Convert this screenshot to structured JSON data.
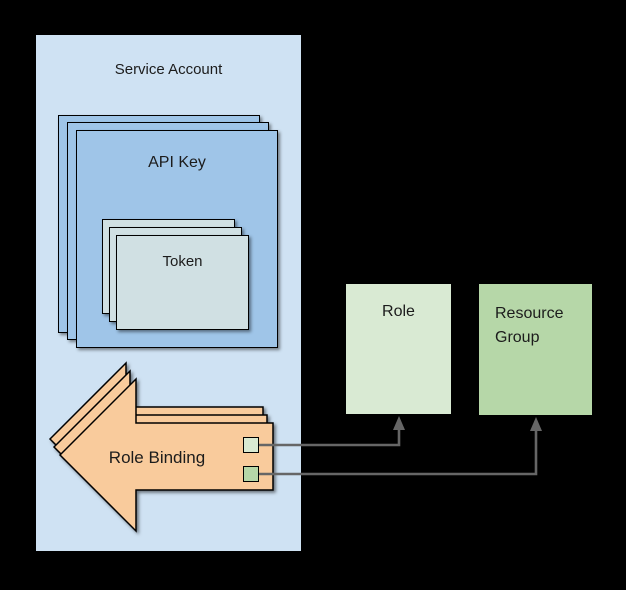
{
  "diagram": {
    "background_color": "#000000",
    "border_color": "#000000",
    "text_color": "#1c1c1c",
    "nodes": {
      "service_account": {
        "label": "Service Account",
        "fill": "#cfe2f3",
        "type": "container"
      },
      "api_key": {
        "label": "API Key",
        "fill": "#9fc5e8",
        "stack_count": 3
      },
      "token": {
        "label": "Token",
        "fill": "#d0e0e3",
        "stack_count": 3
      },
      "role_binding": {
        "label": "Role Binding",
        "fill": "#f9cb9c",
        "stack_count": 3,
        "shape": "left-arrow"
      },
      "role": {
        "label": "Role",
        "fill": "#d9ead3"
      },
      "resource_group": {
        "label": "Resource Group",
        "fill": "#b6d7a8"
      }
    },
    "ports": {
      "role_port": {
        "fill": "#d9ead3",
        "links_to": "Role"
      },
      "resource_group_port": {
        "fill": "#b6d7a8",
        "links_to": "Resource Group"
      }
    },
    "connectors": {
      "color": "#666666",
      "items": [
        {
          "from": "Role Binding",
          "to": "Role"
        },
        {
          "from": "Role Binding",
          "to": "Resource Group"
        }
      ]
    }
  }
}
